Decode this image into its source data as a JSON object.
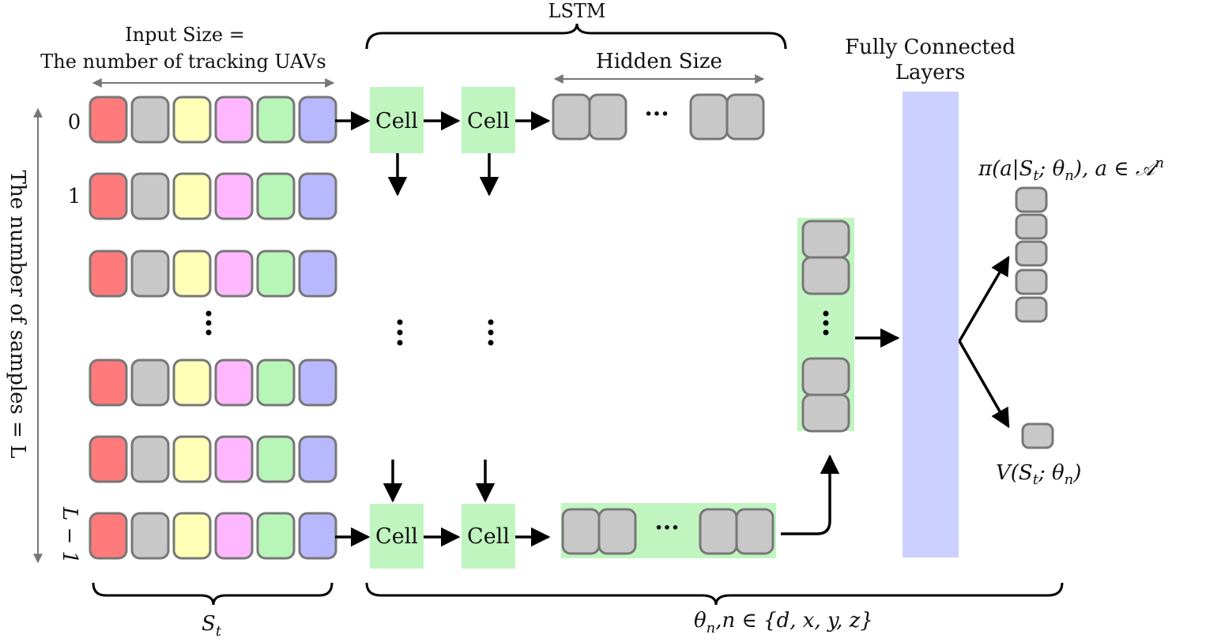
{
  "labels": {
    "input_size_line1": "Input Size =",
    "input_size_line2": "The number of tracking UAVs",
    "lstm": "LSTM",
    "hidden_size": "Hidden Size",
    "fc_line1": "Fully Connected",
    "fc_line2": "Layers",
    "samples_axis": "The number of samples = L",
    "row_label_first": "0",
    "row_label_second": "1",
    "row_label_last": "L − 1",
    "cell": "Cell",
    "ellipsis": "···",
    "state": "S",
    "state_sub": "t",
    "policy": "π(a|S",
    "policy_sub": "t",
    "policy_rest": "; θ",
    "policy_sub2": "n",
    "policy_tail": "),  a ∈ 𝒜",
    "policy_sup": "n",
    "value": "V(S",
    "value_sub": "t",
    "value_rest": "; θ",
    "value_sub2": "n",
    "value_tail": ")",
    "theta": "θ",
    "theta_sub": "n",
    "theta_rest": ",n ∈ {d,  x,  y,  z}"
  },
  "colors": {
    "uav_cells": [
      "#ff7b7b",
      "#c8c8c8",
      "#ffffb8",
      "#ffb8ff",
      "#b8f5b8",
      "#b8b8ff"
    ],
    "cell_green": "#c0f5c0",
    "hidden_gray": "#c8c8c8",
    "fc_layer": "#ccd0ff",
    "border": "#777777"
  }
}
